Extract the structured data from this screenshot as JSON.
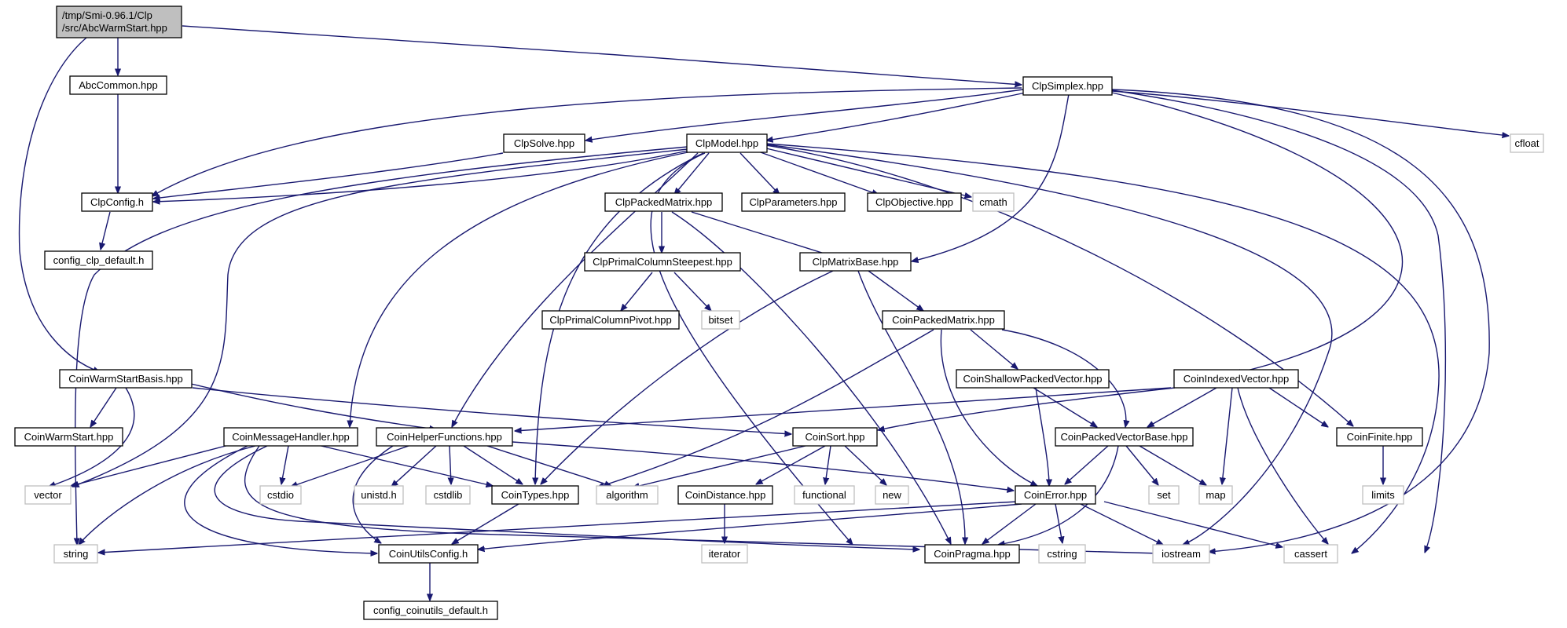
{
  "graph": {
    "root": [
      "/tmp/Smi-0.96.1/Clp",
      "/src/AbcWarmStart.hpp"
    ],
    "nodes": {
      "abcwarmstart": "/tmp/Smi-0.96.1/Clp /src/AbcWarmStart.hpp",
      "abccommon": "AbcCommon.hpp",
      "clpsimplex": "ClpSimplex.hpp",
      "cfloat": "cfloat",
      "clpsolve": "ClpSolve.hpp",
      "clpmodel": "ClpModel.hpp",
      "clpconfig": "ClpConfig.h",
      "config_clp_default": "config_clp_default.h",
      "clppackedmatrix": "ClpPackedMatrix.hpp",
      "clpparameters": "ClpParameters.hpp",
      "clpobjective": "ClpObjective.hpp",
      "cmath": "cmath",
      "clpprimalcolumnsteepest": "ClpPrimalColumnSteepest.hpp",
      "clpmatrixbase": "ClpMatrixBase.hpp",
      "clpprimalcolumnpivot": "ClpPrimalColumnPivot.hpp",
      "bitset": "bitset",
      "coinpackedmatrix": "CoinPackedMatrix.hpp",
      "coinwarmstartbasis": "CoinWarmStartBasis.hpp",
      "coinshallowpackedvector": "CoinShallowPackedVector.hpp",
      "coinindexedvector": "CoinIndexedVector.hpp",
      "coinwarmstart": "CoinWarmStart.hpp",
      "coinmessagehandler": "CoinMessageHandler.hpp",
      "coinhelperfunctions": "CoinHelperFunctions.hpp",
      "coinsort": "CoinSort.hpp",
      "coinpackedvectorbase": "CoinPackedVectorBase.hpp",
      "coinfinite": "CoinFinite.hpp",
      "vector": "vector",
      "cstdio": "cstdio",
      "unistd": "unistd.h",
      "cstdlib": "cstdlib",
      "cointypes": "CoinTypes.hpp",
      "algorithm": "algorithm",
      "coindistance": "CoinDistance.hpp",
      "functional": "functional",
      "new": "new",
      "coinerror": "CoinError.hpp",
      "set": "set",
      "map": "map",
      "limits": "limits",
      "string": "string",
      "coinutilsconfig": "CoinUtilsConfig.h",
      "iterator": "iterator",
      "coinpragma": "CoinPragma.hpp",
      "cstring": "cstring",
      "iostream": "iostream",
      "cassert": "cassert",
      "config_coinutils_default": "config_coinutils_default.h"
    }
  }
}
